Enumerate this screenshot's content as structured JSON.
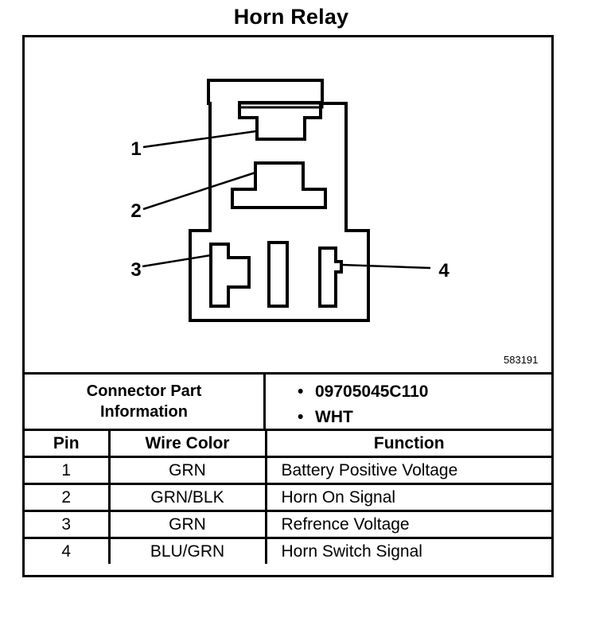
{
  "title": "Horn Relay",
  "figure_number": "583191",
  "pin_callouts": [
    "1",
    "2",
    "3",
    "4"
  ],
  "connector_info": {
    "label": "Connector Part Information",
    "items": [
      "09705045C110",
      "WHT"
    ]
  },
  "table": {
    "headers": [
      "Pin",
      "Wire Color",
      "Function"
    ],
    "rows": [
      {
        "pin": "1",
        "wire_color": "GRN",
        "function": "Battery Positive Voltage"
      },
      {
        "pin": "2",
        "wire_color": "GRN/BLK",
        "function": "Horn On Signal"
      },
      {
        "pin": "3",
        "wire_color": "GRN",
        "function": "Refrence Voltage"
      },
      {
        "pin": "4",
        "wire_color": "BLU/GRN",
        "function": "Horn Switch Signal"
      }
    ]
  }
}
